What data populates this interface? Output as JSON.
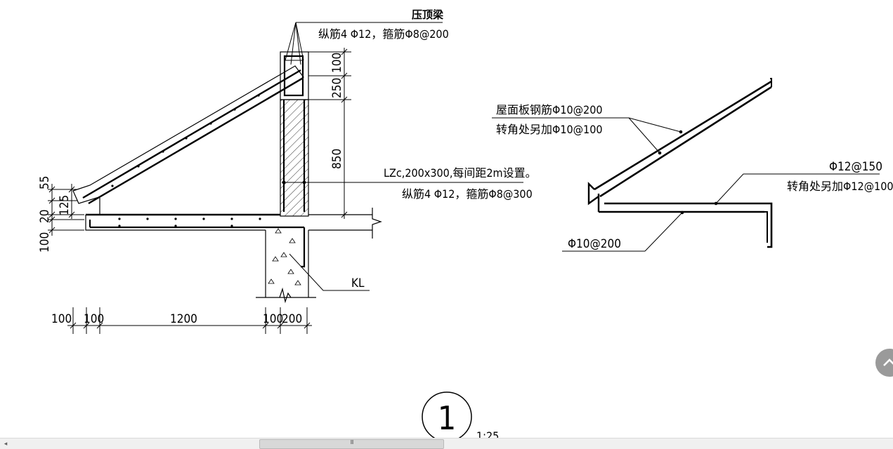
{
  "drawing": {
    "left_detail": {
      "beam_name": "压顶梁",
      "beam_rebar": "纵筋4 Φ12，箍筋Φ8@200",
      "column_spec": "LZc,200x300,每间距2m设置。",
      "column_rebar": "纵筋4 Φ12，箍筋Φ8@300",
      "beam_tag": "KL",
      "dims_vertical_right": [
        "100",
        "250",
        "850"
      ],
      "dims_vertical_left": [
        "55",
        "125",
        "20",
        "100"
      ],
      "dims_horizontal": [
        "100",
        "100",
        "1200",
        "100",
        "200"
      ]
    },
    "right_detail": {
      "roof_rebar": "屋面板钢筋Φ10@200",
      "roof_rebar_corner": "转角处另加Φ10@100",
      "slab_rebar": "Φ12@150",
      "slab_rebar_corner": "转角处另加Φ12@100",
      "bottom_rebar": "Φ10@200"
    },
    "detail_number": "1",
    "scale": "1:25"
  },
  "ui": {
    "scroll_top_icon": "chevron-up-icon",
    "scrollbar_left_icon": "arrow-left-icon",
    "scrollbar_grip": "III"
  }
}
